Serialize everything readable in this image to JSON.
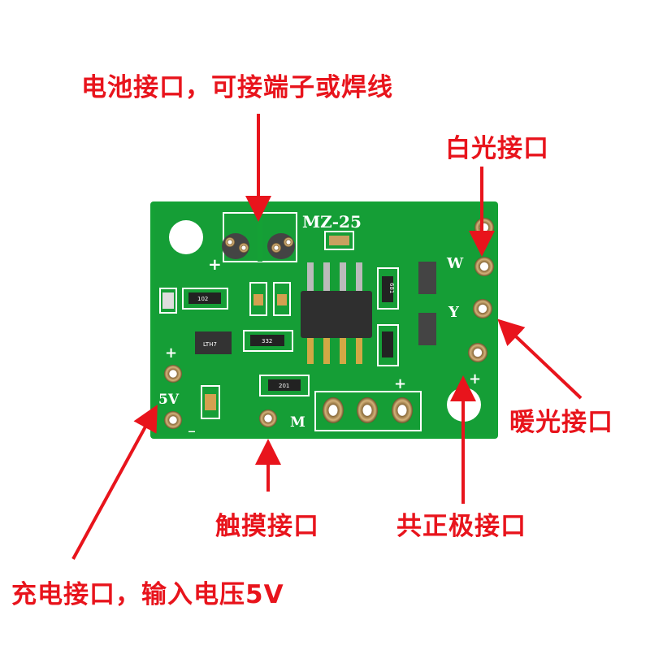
{
  "annotations": {
    "battery": "电池接口，可接端子或焊线",
    "white_light": "白光接口",
    "warm_light": "暖光接口",
    "common_positive": "共正极接口",
    "touch": "触摸接口",
    "charging": "充电接口，输入电压5V"
  },
  "board": {
    "model": "MZ-25",
    "silk_w": "W",
    "silk_y": "Y",
    "silk_plus": "+",
    "silk_minus": "_",
    "silk_5v": "5V",
    "silk_m": "M",
    "chip_lth7": "LTH7",
    "res_102": "102",
    "res_332": "332",
    "res_201": "201",
    "res_681": "681"
  },
  "colors": {
    "annotation": "#e8141c",
    "pcb": "#14a135",
    "silkscreen": "#ffffff",
    "pad": "#c9a56a"
  }
}
